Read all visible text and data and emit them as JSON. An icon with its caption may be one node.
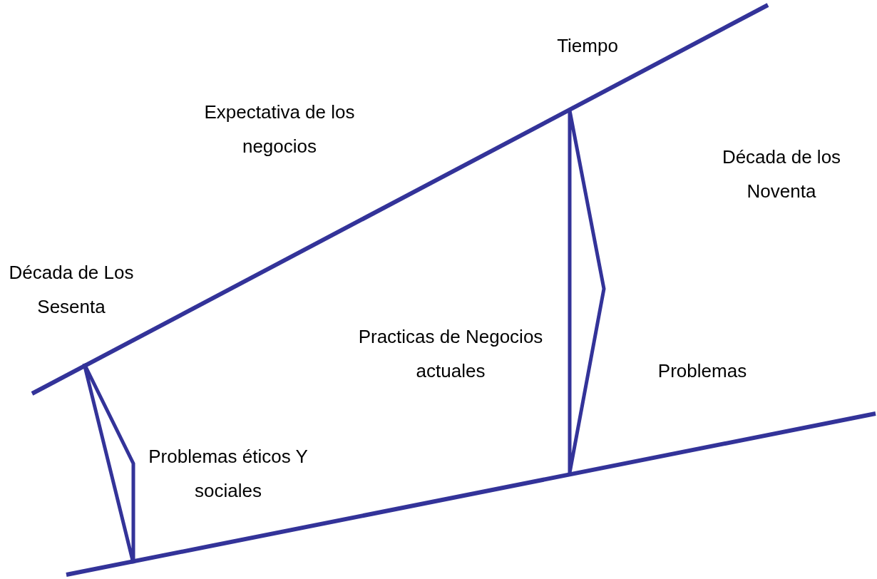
{
  "diagram": {
    "labels": [
      "Tiempo",
      "Expectativa de los negocios",
      "Década de los Noventa",
      "Década de Los Sesenta",
      "Practicas de Negocios actuales",
      "Problemas",
      "Problemas éticos Y sociales"
    ]
  }
}
